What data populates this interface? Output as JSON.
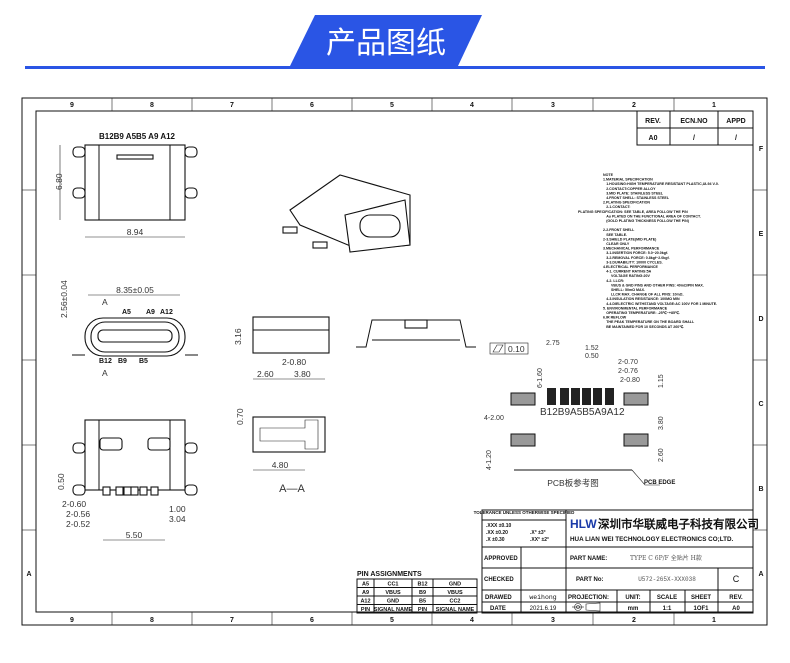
{
  "header": {
    "title": "产品图纸",
    "accent": "#2a55e5"
  },
  "frame": {
    "columns": [
      "9",
      "8",
      "7",
      "6",
      "5",
      "4",
      "3",
      "2",
      "1"
    ],
    "rows_right": [
      "F",
      "E",
      "D",
      "C",
      "B",
      "A"
    ],
    "rows_left": [
      "A"
    ]
  },
  "revision": {
    "headers": [
      "REV.",
      "ECN.NO",
      "APPD"
    ],
    "values": [
      "A0",
      "/",
      "/"
    ]
  },
  "views": {
    "top": {
      "pins": "B12B9 A5B5 A9 A12",
      "height": "6.80",
      "width": "8.94"
    },
    "front": {
      "width": "8.35±0.05",
      "height": "2.56±0.04",
      "section": "A",
      "top_pins": [
        "A5",
        "A9",
        "A12"
      ],
      "bottom_pins": [
        "B12",
        "B9",
        "B5"
      ]
    },
    "side": {
      "height": "3.16",
      "pitch": "2-0.80",
      "d1": "2.60",
      "d2": "3.80"
    },
    "bottom": {
      "d_050": "0.50",
      "d1": "2-0.60",
      "d2": "2-0.56",
      "d3": "2-0.52",
      "d4": "1.00",
      "d5": "3.04",
      "d6": "5.50"
    },
    "section": {
      "d1": "0.70",
      "d2": "4.80",
      "label": "A—A"
    },
    "flatness": "0.10",
    "pcb": {
      "dims": [
        "2.75",
        "1.52",
        "0.50",
        "2-0.70",
        "2-0.76",
        "2-0.80",
        "6-1.60",
        "1.15",
        "3.80",
        "2.60",
        "4-2.00",
        "4-1.20"
      ],
      "pins": "B12B9A5B5A9A12",
      "caption": "PCB板参考图",
      "edge": "PCB EDGE"
    }
  },
  "notes": [
    "NOTE",
    "1.MATERIAL SPECIFICATION",
    "  1.HOUSING:HIGH TEMPERATURE RESISTANT PLASTIC,UL94 V-0.",
    "  2.CONTACT:COPPER ALLOY",
    "  3.MID PLATE: STAINLESS STEEL",
    "  4.FRONT SHELL: STAINLESS STEEL",
    "2.PLATING SPECIFICATION",
    "  2-1.CONTACT:",
    "PLATING SPECIFICATION: SEE TABLE, AREA FOLLOW THE P/N",
    "  Au PLATED ON THE FUNCTIONAL AREA OF CONTACT.",
    "  (GOLD PLATING THICKNESS FOLLOW THE P/N)",
    "",
    "2-2.FRONT SHELL",
    "  SEE TABLE.",
    "2-3.SHIELD PLATE(MID PLATE)",
    "  CLEAR ONLY",
    "3.MECHANICAL PERFORMANCE",
    "  3-1.INSERTION FORCE: 5.0~20.0kgf.",
    "  3-2.REMOVAL FORCE: 0.8kgf~2.0kgf.",
    "  3-3.DURABILITY: 10000 CYCLES.",
    "4.ELECTRICAL PERFORMANCE",
    "  4-1. CURRENT RATING:5A",
    "     VOLTAGE RATING:20V",
    "  4-2. LLCR:",
    "     VBUS & GND PINS AND OTHER PINS: 40mΩ/PIN MAX.",
    "     SHELL: 50mΩ MAX.",
    "     LLCR MAX. CHANGE OF ALL PINS: 10mΩ.",
    "  4-3.INSULATION RESISTANCE: 100MΩ MIN",
    "  4-4.DIELECTRIC WITHSTAND VOLTAGE:AC 100V FOR 1 MINUTE.",
    "5. ENVIRONMENTAL PERFORMANCE",
    "  OPERATING TEMPERATURE: -25℃~+85℃.",
    "6.IR REFLOW",
    "  THE PEAK TEMPERATURE ON THE BOARD SHALL",
    "  BE MAINTAINED FOR 10 SECONDS AT 260℃."
  ],
  "pin_assignments": {
    "title": "PIN ASSIGNMENTS",
    "rows": [
      [
        "A5",
        "CC1",
        "B12",
        "GND"
      ],
      [
        "A9",
        "VBUS",
        "B9",
        "VBUS"
      ],
      [
        "A12",
        "GND",
        "B5",
        "CC2"
      ],
      [
        "PIN",
        "SIGNAL NAME",
        "PIN",
        "SIGNAL NAME"
      ]
    ]
  },
  "title_block": {
    "tolerance_title": "TOLERANCE UNLESS OTHERWISE SPECIFIED",
    "tolerances": [
      ".XXX  ±0.10",
      ".XX  ±0.20",
      ".X  ±0.30"
    ],
    "angles": [
      ".X°  ±3°",
      ".XX°  ±2°"
    ],
    "logo": "HLW",
    "company_cn": "深圳市华联威电子科技有限公司",
    "company_en": "HUA LIAN WEI TECHNOLOGY ELECTRONICS CO;LTD.",
    "approved_label": "APPROVED",
    "checked_label": "CHECKED",
    "drawed_label": "DRAWED",
    "date_label": "DATE",
    "drawed": "weihong",
    "date": "2021.6.19",
    "part_name_label": "PART NAME:",
    "part_name": "TYPE C 6P/F 全贴片 H款",
    "part_no_label": "PART No:",
    "part_no": "U572-265X-XXX038",
    "part_no_rev": "C",
    "projection_label": "PROJECTION:",
    "unit_label": "UNIT:",
    "unit": "mm",
    "scale_label": "SCALE",
    "scale": "1:1",
    "sheet_label": "SHEET",
    "sheet": "1OF1",
    "rev_label": "REV.",
    "rev": "A0"
  }
}
